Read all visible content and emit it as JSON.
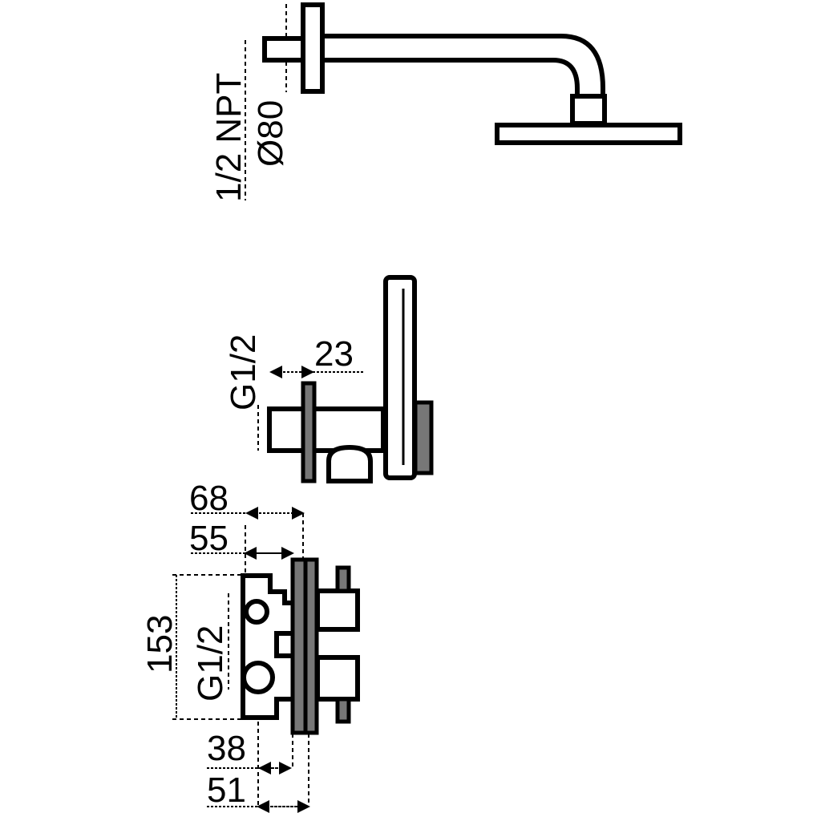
{
  "shower_arm": {
    "thread_label": "1/2 NPT",
    "flange_diameter_label": "Ø80"
  },
  "hand_shower_holder": {
    "thread_label": "G1/2",
    "depth_label": "23"
  },
  "mixer_valve": {
    "depth_outer_label": "68",
    "depth_inner_label": "55",
    "height_label": "153",
    "thread_label": "G1/2",
    "min_depth_label": "38",
    "max_depth_label": "51"
  },
  "colors": {
    "line": "#000000",
    "background": "#ffffff",
    "hatch": "#777777"
  }
}
